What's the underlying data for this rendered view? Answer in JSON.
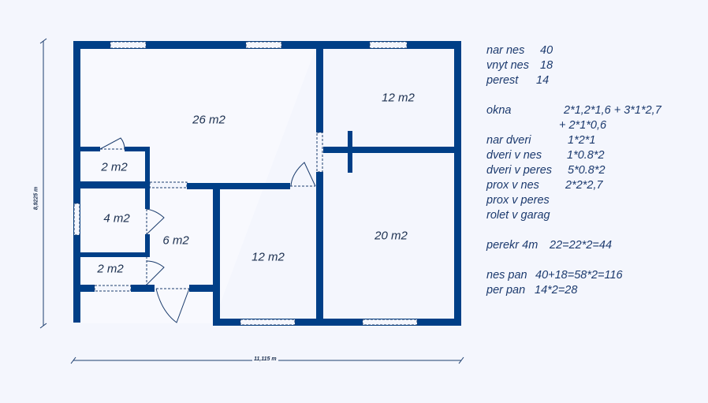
{
  "rooms": {
    "living": "26 m2",
    "bedroom_top_right": "12 m2",
    "storage_top": "2 m2",
    "bathroom": "4 m2",
    "hall": "6 m2",
    "bedroom_bottom": "12 m2",
    "wc": "2 m2",
    "room_bottom_right": "20 m2"
  },
  "dimensions": {
    "width": "11,115 m",
    "height": "8,9225 m"
  },
  "notes": [
    {
      "label": "nar nes",
      "value": "40"
    },
    {
      "label": "vnyt nes",
      "value": "18"
    },
    {
      "label": "perest",
      "value": "14"
    },
    {
      "label": "",
      "value": ""
    },
    {
      "label": "okna",
      "value": "2*1,2*1,6 + 3*1*2,7"
    },
    {
      "label": "",
      "value": "+ 2*1*0,6"
    },
    {
      "label": "nar dveri",
      "value": "1*2*1"
    },
    {
      "label": "dveri v nes",
      "value": "1*0.8*2"
    },
    {
      "label": "dveri v peres",
      "value": "5*0.8*2"
    },
    {
      "label": "prox v nes",
      "value": "2*2*2,7"
    },
    {
      "label": "prox v peres",
      "value": ""
    },
    {
      "label": "rolet v garag",
      "value": ""
    },
    {
      "label": "",
      "value": ""
    },
    {
      "label": "perekr 4m",
      "value": "22=22*2=44"
    },
    {
      "label": "",
      "value": ""
    },
    {
      "label": "nes pan",
      "value": "40+18=58*2=116"
    },
    {
      "label": "per pan",
      "value": "14*2=28"
    }
  ],
  "colors": {
    "wall": "#003f87",
    "background": "#f4f6fd"
  }
}
